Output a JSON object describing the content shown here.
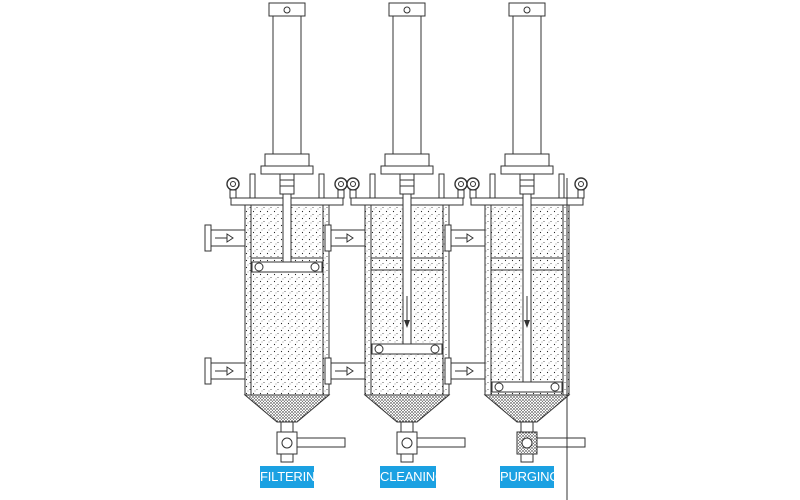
{
  "diagram": {
    "stages": [
      {
        "label": "FILTERING"
      },
      {
        "label": "CLEANING"
      },
      {
        "label": "PURGING"
      }
    ],
    "colors": {
      "label_background": "#1ba1e2",
      "line": "#333333",
      "fill_dots": "#222222"
    },
    "icons": [
      "flow-arrow-icon",
      "lifting-eye-icon",
      "ball-valve-icon"
    ]
  }
}
